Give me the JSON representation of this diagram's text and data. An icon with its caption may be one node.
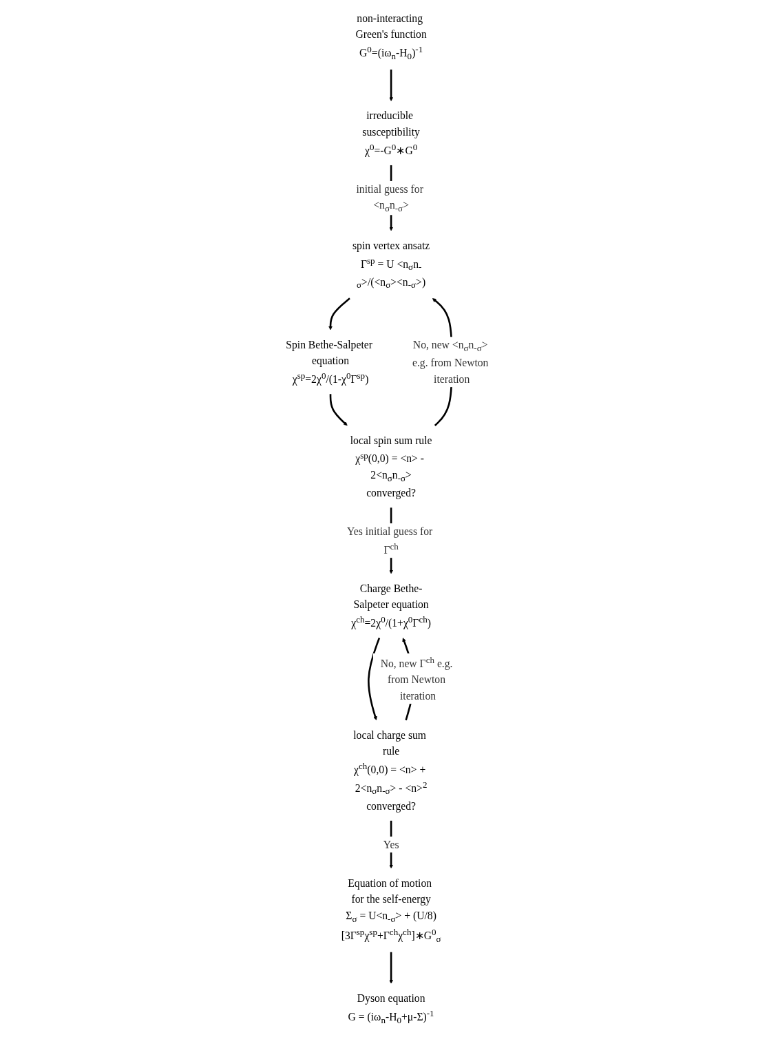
{
  "diagram": {
    "nodes": [
      {
        "text": [
          "non-interacting Green's function",
          "G$^{0}$=(iω$_{n}$-H$_{0}$)$^{-1}$"
        ]
      },
      {
        "text": [
          "irreducible susceptibility",
          "χ$^{0}$=-G$^{0}$∗G$^{0}$"
        ]
      },
      {
        "text": [
          "spin vertex ansatz",
          "Γ$^{sp}$ = U <n$_{σ}$n$_{-σ}$>/(<n$_{σ}$><n$_{-σ}$>)"
        ]
      },
      {
        "text": [
          "Spin Bethe-Salpeter equation",
          "χ$^{sp}$=2χ$^{0}$/(1-χ$^{0}$Γ$^{sp}$)"
        ]
      },
      {
        "text": [
          "local spin sum rule",
          "χ$^{sp}$(0,0) = <n> - 2<n$_{σ}$n$_{-σ}$>",
          "converged?"
        ]
      },
      {
        "text": [
          "Charge Bethe-Salpeter equation",
          "χ$^{ch}$=2χ$^{0}$/(1+χ$^{0}$Γ$^{ch}$)"
        ]
      },
      {
        "text": [
          "local charge sum rule",
          "χ$^{ch}$(0,0) = <n> + 2<n$_{σ}$n$_{-σ}$> - <n>$^{2}$",
          "converged?"
        ]
      },
      {
        "text": [
          "Equation of motion for the self-energy",
          "Σ$_{σ}$ = U<n$_{-σ}$> + (U/8)[3Γ$^{sp}$χ$^{sp}$+Γ$^{ch}$χ$^{ch}$]∗G$^{0}$$_{σ}$"
        ]
      },
      {
        "text": [
          "Dyson equation",
          "G = (iω$_{n}$-H$_{0}$+μ-Σ)$^{-1}$"
        ]
      }
    ],
    "edges": [
      {
        "from": 0,
        "to": 1,
        "arrow": "to"
      },
      {
        "from": 1,
        "to": 2,
        "arrow": "to",
        "label": "initial guess for <n$_{σ}$n$_{-σ}$>"
      },
      {
        "from": 2,
        "to": 3,
        "arrow": "to"
      },
      {
        "from": 3,
        "to": 4,
        "arrow": "to"
      },
      {
        "from": 4,
        "to": 2,
        "arrow": "to",
        "label": "No, new <n$_{σ}$n$_{-σ}$> e.g. from Newton iteration"
      },
      {
        "from": 4,
        "to": 5,
        "arrow": "to",
        "label": "Yes initial guess for Γ$^{ch}$"
      },
      {
        "from": 5,
        "to": 6,
        "arrow": "to"
      },
      {
        "from": 6,
        "to": 5,
        "arrow": "to",
        "label": "No, new Γ$^{ch}$ e.g. from Newton iteration"
      },
      {
        "from": 6,
        "to": 7,
        "arrow": "to",
        "label": "Yes"
      },
      {
        "from": 7,
        "to": 8,
        "arrow": "to"
      }
    ]
  }
}
